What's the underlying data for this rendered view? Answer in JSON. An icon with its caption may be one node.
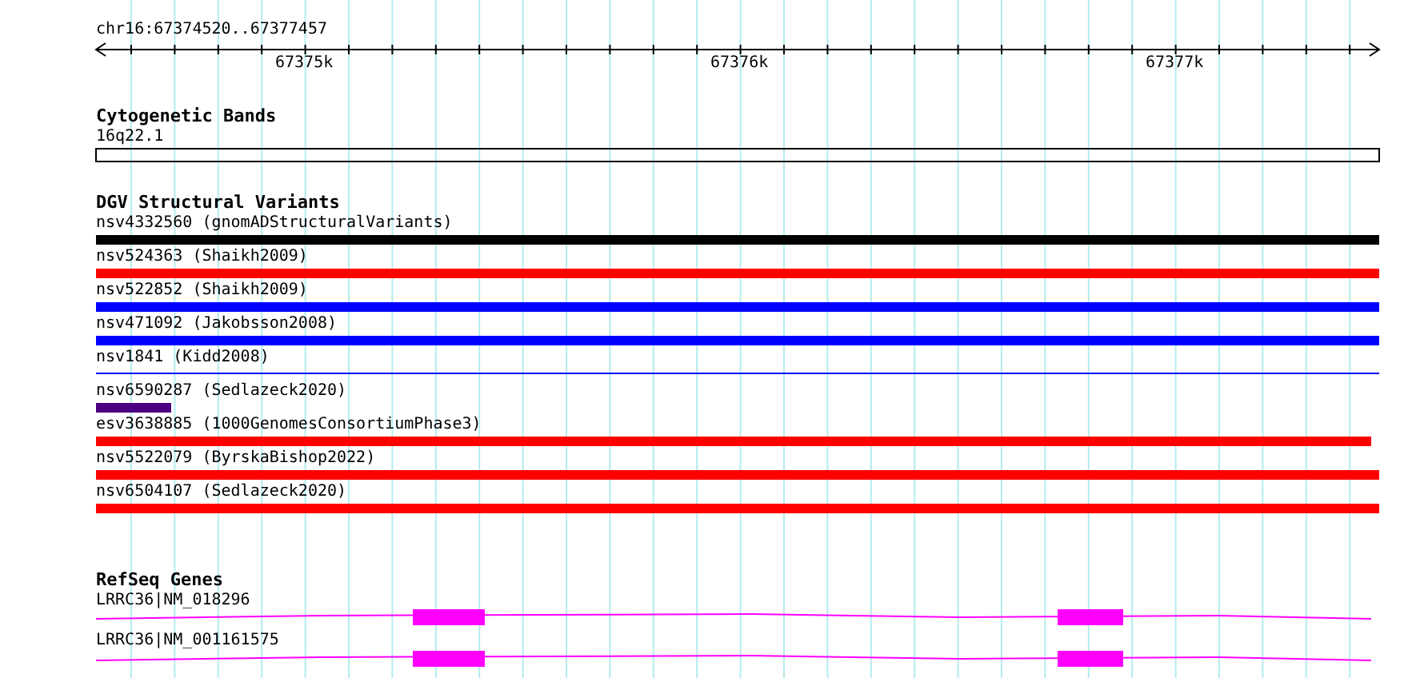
{
  "diagram": {
    "nodes": [
      {
        "text": [
          "16q22.1"
        ]
      },
      {
        "text": [
          "nsv4332560 (gnomADStructuralVariants)"
        ]
      },
      {
        "text": [
          "nsv524363 (Shaikh2009)"
        ]
      },
      {
        "text": [
          "nsv522852 (Shaikh2009)"
        ]
      },
      {
        "text": [
          "nsv471092 (Jakobsson2008)"
        ]
      },
      {
        "text": [
          "nsv1841 (Kidd2008)"
        ]
      },
      {
        "text": [
          "nsv6590287 (Sedlazeck2020)"
        ]
      },
      {
        "text": [
          "esv3638885 (1000GenomesConsortiumPhase3)"
        ]
      },
      {
        "text": [
          "nsv5522079 (ByrskaBishop2022)"
        ]
      },
      {
        "text": [
          "nsv6504107 (Sedlazeck2020)"
        ]
      },
      {
        "text": [
          "LRRC36|NM_018296"
        ]
      },
      {
        "text": [
          "LRRC36|NM_001161575"
        ]
      }
    ],
    "labels": [
      "chr16:67374520..67377457",
      "67375k",
      "67376k",
      "67377k",
      "Cytogenetic Bands",
      "DGV Structural Variants",
      "RefSeq Genes"
    ]
  }
}
